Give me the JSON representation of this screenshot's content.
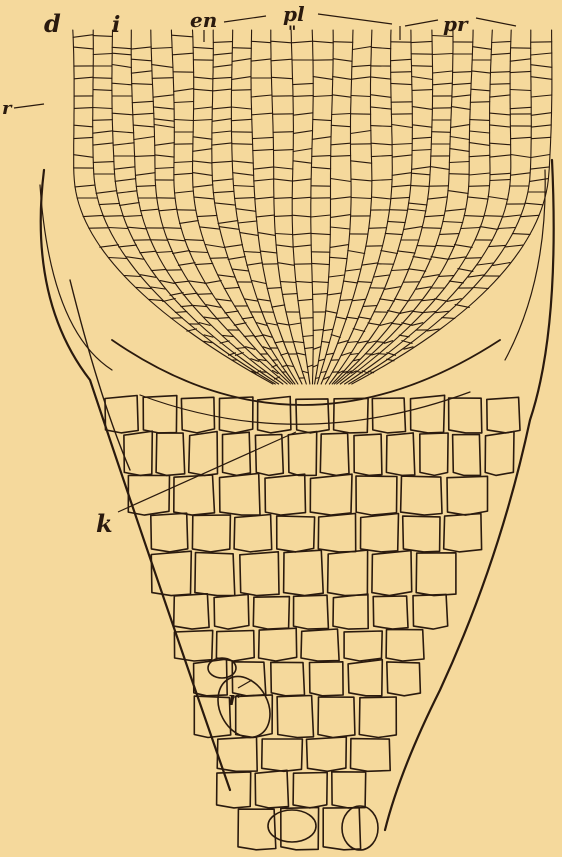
{
  "figure": {
    "background_color": "#f5d99c",
    "ink_color": "#2a1a0e",
    "labels": {
      "d": "d",
      "i": "i",
      "en": "en",
      "pl": "pl",
      "pl_ticks": "\"",
      "pr": "pr",
      "r_left": "r",
      "k": "k",
      "r_bottom": "r"
    }
  }
}
